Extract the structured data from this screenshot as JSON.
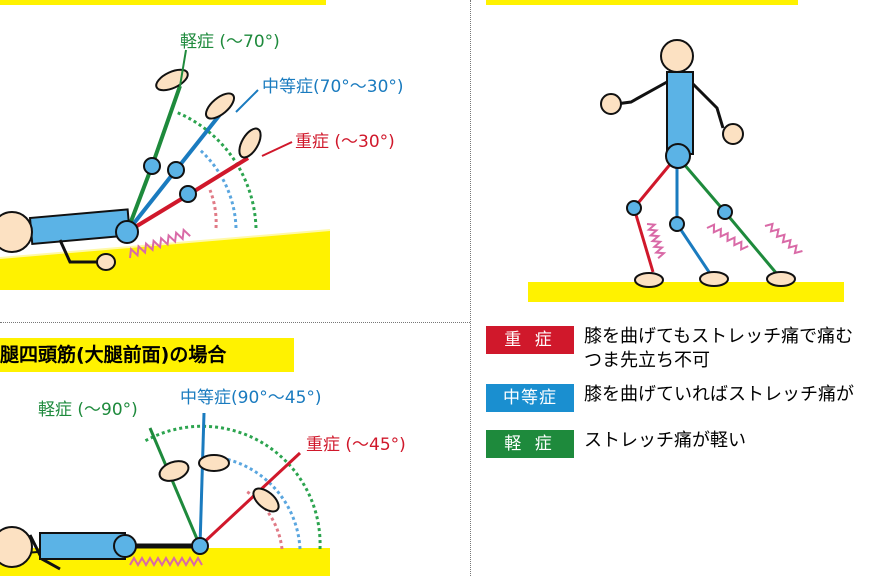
{
  "top_left": {
    "mild_label": "軽症 (～70°)",
    "moderate_label": "中等症(70°～30°)",
    "severe_label": "重症 (～30°)"
  },
  "bottom_left": {
    "title": "腿四頭筋(大腿前面)の場合",
    "mild_label": "軽症 (～90°)",
    "moderate_label": "中等症(90°～45°)",
    "severe_label": "重症 (～45°)"
  },
  "legend": [
    {
      "badge": "重 症",
      "color": "#d0182b",
      "text": "膝を曲げてもストレッチ痛で痛む",
      "text2": "つま先立ち不可"
    },
    {
      "badge": "中等症",
      "color": "#1a8fd0",
      "text": "膝を曲げていればストレッチ痛が",
      "text2": ""
    },
    {
      "badge": "軽 症",
      "color": "#1e8a3c",
      "text": "ストレッチ痛が軽い",
      "text2": ""
    }
  ],
  "colors": {
    "mild": "#1e8a3c",
    "moderate": "#1a7bbf",
    "severe": "#d0182b",
    "body": "#5bb3e6",
    "skin": "#fce1c2",
    "floor": "#fff200",
    "spring": "#d96aa7"
  }
}
